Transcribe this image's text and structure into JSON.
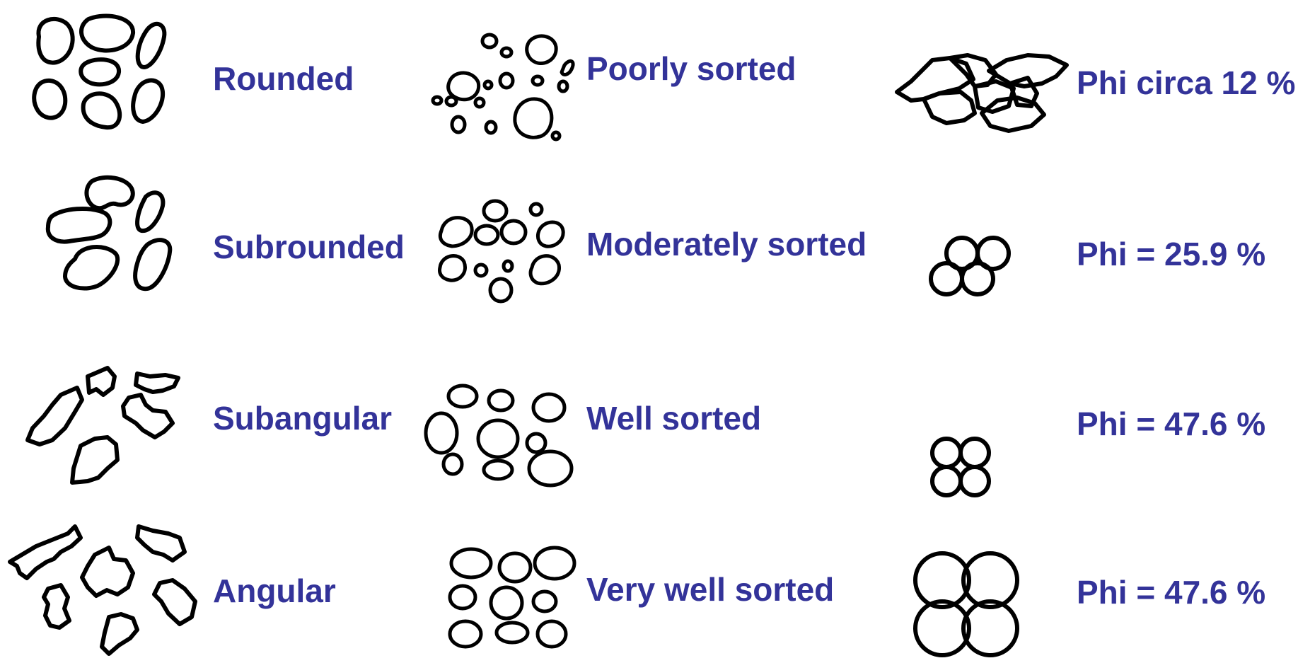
{
  "roundness": {
    "rounded": "Rounded",
    "subrounded": "Subrounded",
    "subangular": "Subangular",
    "angular": "Angular"
  },
  "sorting": {
    "poorly": "Poorly sorted",
    "moderately": "Moderately sorted",
    "well": "Well sorted",
    "very_well": "Very well sorted"
  },
  "porosity": {
    "p1": "Phi circa 12 %",
    "p2": "Phi = 25.9 %",
    "p3": "Phi = 47.6 %",
    "p4": "Phi = 47.6 %"
  },
  "colors": {
    "label": "#333399",
    "outline": "#000000",
    "background": "#ffffff"
  }
}
